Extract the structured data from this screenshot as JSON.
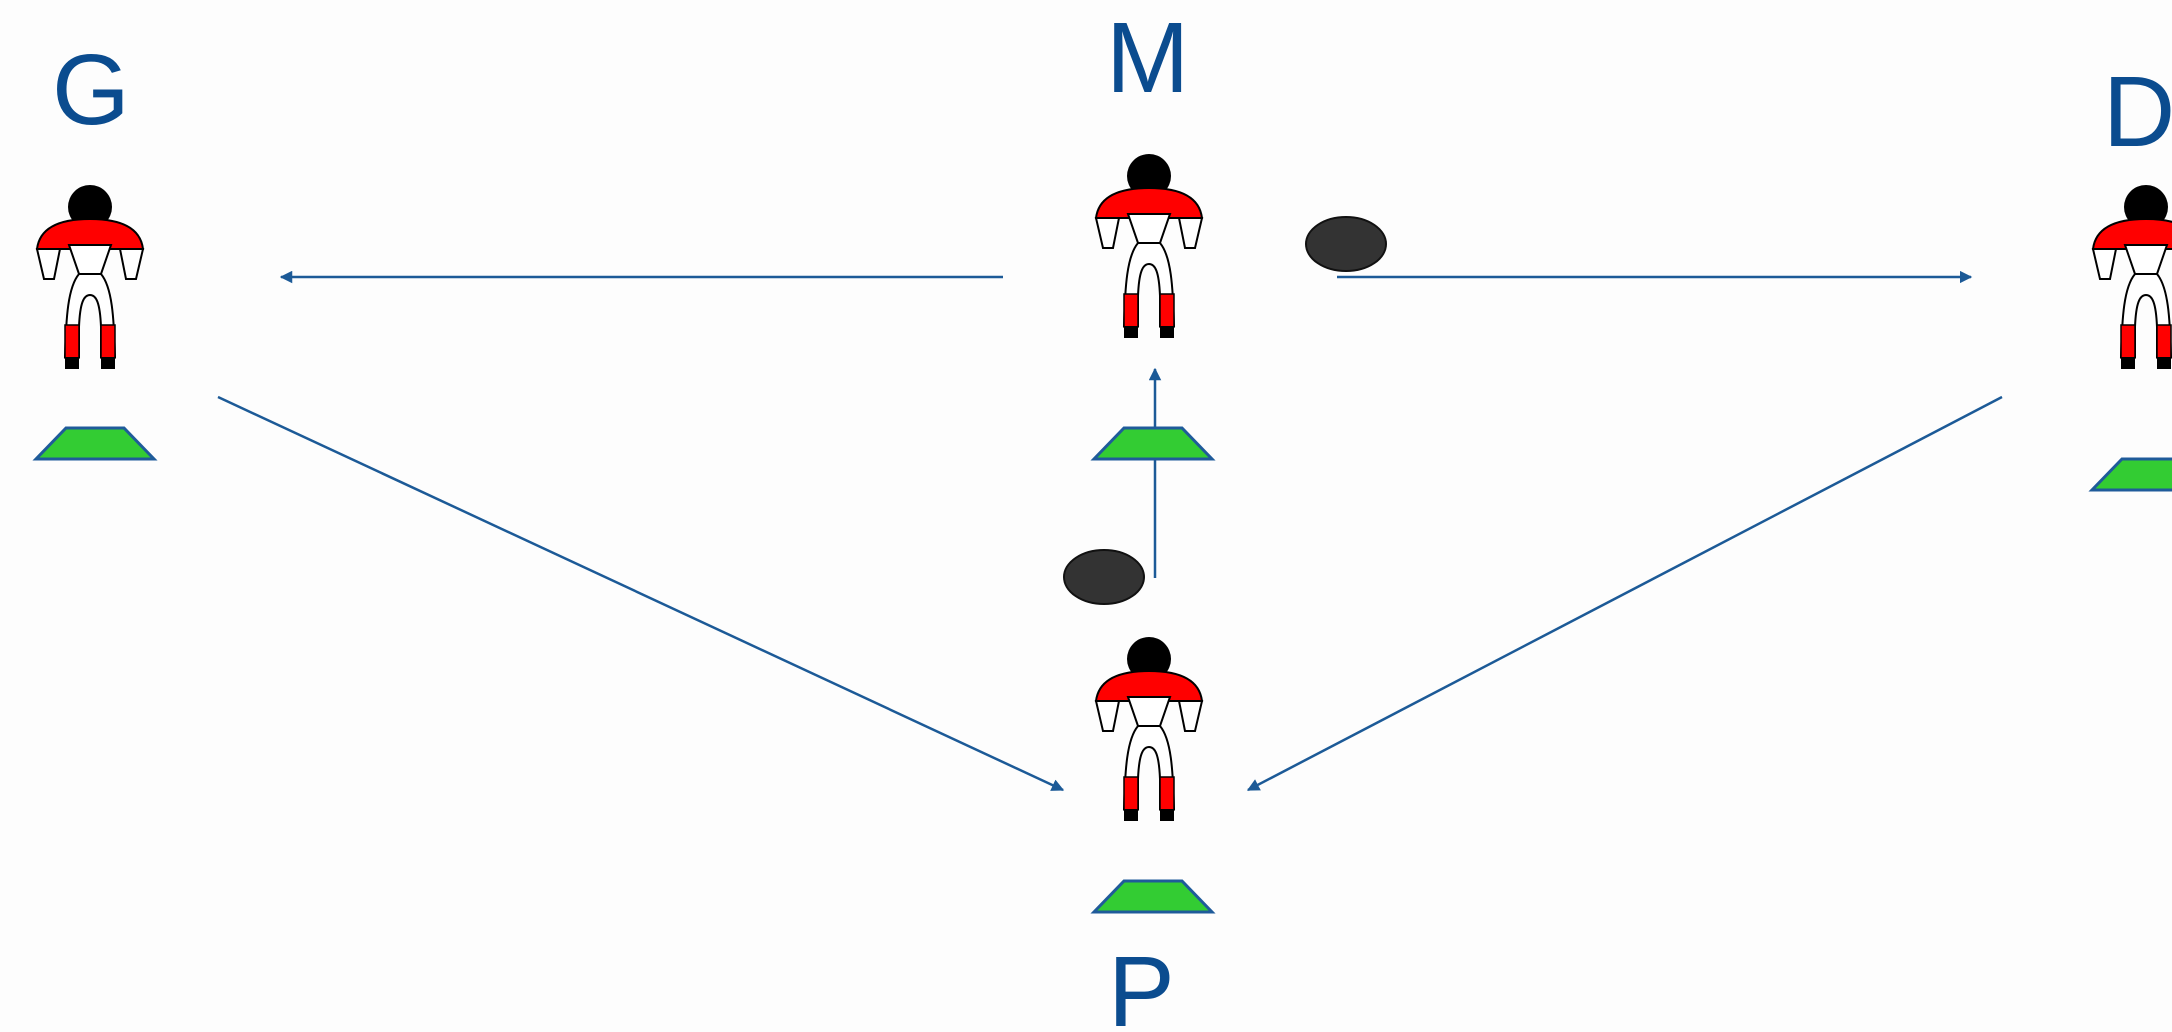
{
  "labels": {
    "top_left": "G",
    "top_center": "M",
    "top_right": "D",
    "bottom_center": "P"
  },
  "colors": {
    "label": "#0b4c8f",
    "arrow": "#1c5a97",
    "cone": "#33cc33",
    "cone_outline": "#1f5b9a",
    "shirt": "#ff0000",
    "ball": "#333333",
    "body_outline": "#000000"
  },
  "players": [
    "player-g",
    "player-m",
    "player-d",
    "player-p"
  ],
  "cones": [
    "cone-g",
    "cone-m",
    "cone-d",
    "cone-p"
  ],
  "balls": [
    "ball-m",
    "ball-p"
  ],
  "arrows": [
    "m-to-g",
    "m-to-d",
    "g-to-p",
    "d-to-p",
    "p-to-m"
  ]
}
